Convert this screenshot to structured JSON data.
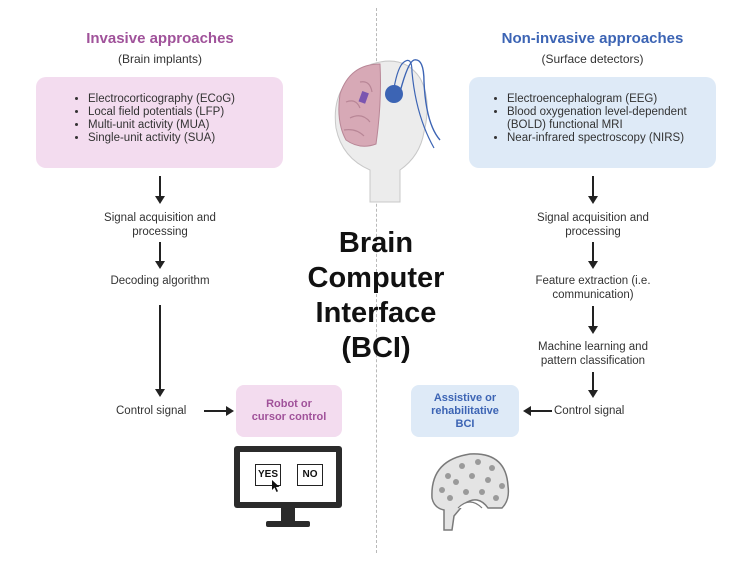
{
  "invasive": {
    "title": "Invasive approaches",
    "subtitle": "(Brain implants)",
    "items": [
      "Electrocorticography (ECoG)",
      "Local field potentials (LFP)",
      "Multi-unit activity (MUA)",
      "Single-unit activity (SUA)"
    ],
    "step1": "Signal acquisition and processing",
    "step2": "Decoding algorithm",
    "control": "Control signal",
    "output": "Robot or cursor control",
    "monitor": {
      "yes": "YES",
      "no": "NO"
    }
  },
  "noninvasive": {
    "title": "Non-invasive approaches",
    "subtitle": "(Surface detectors)",
    "items": [
      "Electroencephalogram (EEG)",
      "Blood oxygenation level-dependent (BOLD) functional MRI",
      "Near-infrared spectroscopy (NIRS)"
    ],
    "step1": "Signal acquisition and processing",
    "step2": "Feature extraction (i.e. communication)",
    "step3": "Machine learning and pattern classification",
    "control": "Control signal",
    "output": "Assistive or rehabilitative BCI"
  },
  "center": {
    "title_lines": [
      "Brain",
      "Computer",
      "Interface",
      "(BCI)"
    ]
  },
  "colors": {
    "invasive_accent": "#a0529a",
    "invasive_fill": "#f3dcef",
    "noninvasive_accent": "#3c64b4",
    "noninvasive_fill": "#deeaf7"
  }
}
